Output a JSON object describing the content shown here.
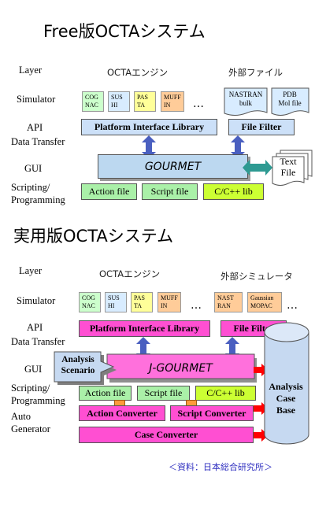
{
  "free": {
    "title": "Free版OCTAシステム",
    "labels": [
      "Layer",
      "Simulator",
      "API",
      "Data Transfer",
      "GUI",
      "Scripting/",
      "Programming"
    ],
    "engine_header": "OCTAエンジン",
    "external_header": "外部ファイル",
    "modules": [
      "COG\nNAC",
      "SUS\nHI",
      "PAS\nTA",
      "MUFF\nIN"
    ],
    "ellipsis": "…",
    "external_files": [
      "NASTRAN\nbulk",
      "PDB\nMol file"
    ],
    "platform": "Platform Interface Library",
    "file_filter": "File Filter",
    "gourmet": "GOURMET",
    "text_file": "Text\nFile",
    "action_file": "Action file",
    "script_file": "Script file",
    "clib": "C/C++  lib"
  },
  "practical": {
    "title": "実用版OCTAシステム",
    "labels": [
      "Layer",
      "Simulator",
      "API",
      "Data Transfer",
      "GUI",
      "Scripting/",
      "Programming",
      "Auto",
      "Generator"
    ],
    "engine_header": "OCTAエンジン",
    "simulator_header": "外部シミュレータ",
    "modules": [
      "COG\nNAC",
      "SUS\nHI",
      "PAS\nTA",
      "MUFF\nIN"
    ],
    "external_modules": [
      "NAST\nRAN",
      "Gaussian\nMOPAC"
    ],
    "ellipsis": "…",
    "platform": "Platform Interface Library",
    "file_filter": "File Filter",
    "jgourmet": "J-GOURMET",
    "analysis_scenario": "Analysis\nScenario",
    "action_file": "Action file",
    "script_file": "Script file",
    "clib": "C/C++  lib",
    "action_converter": "Action Converter",
    "script_converter": "Script Converter",
    "case_converter": "Case Converter",
    "case_base": "Analysis\nCase\nBase"
  },
  "source": "＜資料：日本総合研究所＞",
  "colors": {
    "blue_box": "#cce0f8",
    "gourmet_blue": "#bcd8f0",
    "arrow_blue": "#4a5fc0",
    "green": "#aaf0a8",
    "yellow_green": "#ccff33",
    "magenta": "#ff4fd2",
    "pink_gourmet": "#ff70dc",
    "red_arrow": "#ff0000",
    "orange": "#ff9a3c",
    "teal_arrow": "#2e9a92",
    "module_green": "#ccffcc",
    "module_blue": "#d8ecff",
    "module_yellow": "#ffff99",
    "module_orange": "#ffcc99"
  }
}
